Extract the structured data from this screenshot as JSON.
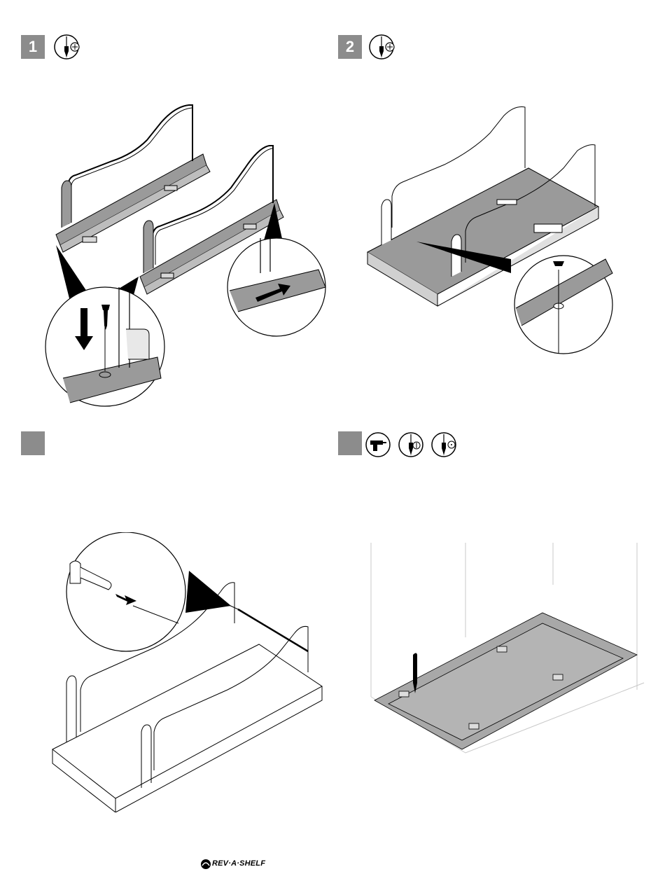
{
  "steps": [
    {
      "number": "1",
      "tools": [
        "screwdriver-phillips-icon"
      ]
    },
    {
      "number": "2",
      "tools": [
        "screwdriver-phillips-icon"
      ]
    },
    {
      "number": "",
      "tools": []
    },
    {
      "number": "",
      "tools": [
        "drill-icon",
        "screwdriver-icon",
        "screwdriver-icon"
      ]
    }
  ],
  "brand": {
    "name": "REV·A·SHELF"
  },
  "colors": {
    "step_box": "#8c8c8c",
    "shading": "#9a9a9a",
    "line": "#000000"
  }
}
